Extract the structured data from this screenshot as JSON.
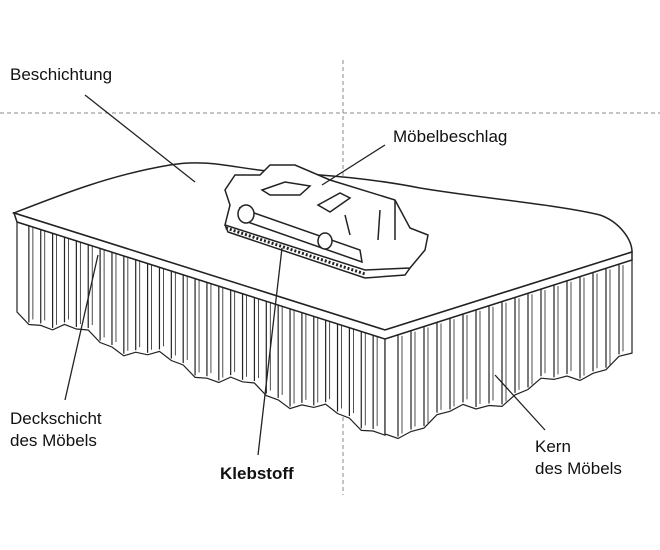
{
  "labels": {
    "coating": "Beschichtung",
    "fitting": "Möbelbeschlag",
    "top_layer_line1": "Deckschicht",
    "top_layer_line2": "des Möbels",
    "adhesive": "Klebstoff",
    "core_line1": "Kern",
    "core_line2": "des Möbels"
  }
}
